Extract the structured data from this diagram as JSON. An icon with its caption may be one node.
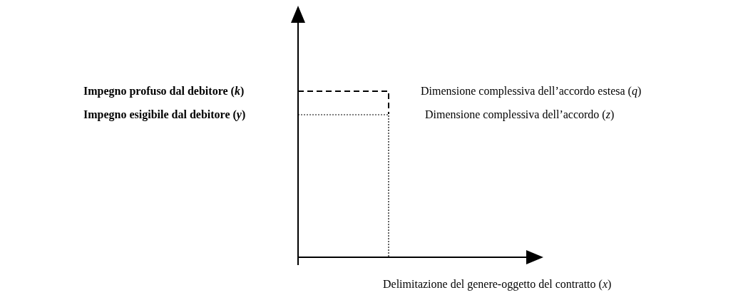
{
  "diagram": {
    "labels": [
      "Impegno profuso dal debitore (*k*)",
      "Dimensione complessiva dell’accordo estesa (*q*)",
      "Impegno esigibile dal debitore  (*y*)",
      "Dimensione complessiva dell’accordo (*z*)",
      "Delimitazione del genere-oggetto del contratto (*x*)"
    ]
  }
}
